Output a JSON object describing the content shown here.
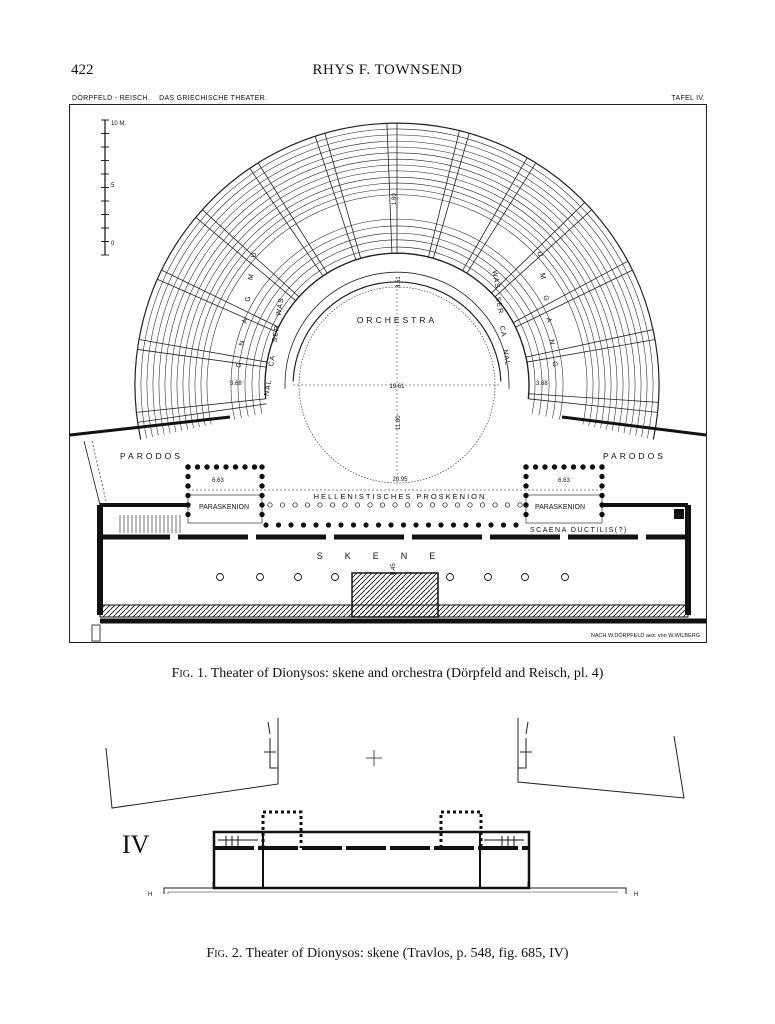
{
  "header": {
    "page_number": "422",
    "running_head": "RHYS F. TOWNSEND"
  },
  "plate": {
    "left_label": "DÖRPFELD - REISCH.    DAS GRIECHISCHE THEATER.",
    "right_label": "TAFEL IV.",
    "credit": "NACH W.DÖRPFELD aez. von W.WILBERG",
    "scale_labels": [
      "10 M.",
      "5",
      "0"
    ],
    "labels": {
      "orchestra": "ORCHESTRA",
      "parodos_left": "PARODOS",
      "parodos_right": "PARODOS",
      "proskenion": "HELLENISTISCHES PROSKENION",
      "paraskenion_left": "PARASKENION",
      "paraskenion_right": "PARASKENION",
      "scaena": "SCAENA DUCTILIS(?)",
      "skene": "SKENE",
      "umgang": [
        "U",
        "M",
        "G",
        "A",
        "N",
        "G"
      ],
      "wasser_left": [
        "WAS",
        "SER",
        "CA",
        "NAL"
      ],
      "wasser_right": [
        "WAS",
        "SER",
        "CA",
        "NAL"
      ]
    },
    "dimensions": {
      "radius": "3.51",
      "width_horizontal": "19.61",
      "depth": "11.80",
      "left_aisle": "3.68",
      "right_aisle": "3.68",
      "span": "20.95",
      "parask_left": "6.63",
      "parask_right": "6.63",
      "skene_depth": "6.45",
      "top_small": "1.80"
    }
  },
  "caption1": {
    "fig": "Fig. 1.",
    "text": " Theater of Dionysos: skene and orchestra (Dörpfeld and Reisch, pl. 4)"
  },
  "figure2": {
    "roman": "IV",
    "h_left": "H",
    "h_right": "H"
  },
  "caption2": {
    "fig": "Fig. 2.",
    "text": " Theater of Dionysos: skene (Travlos, p. 548, fig. 685, IV)"
  }
}
